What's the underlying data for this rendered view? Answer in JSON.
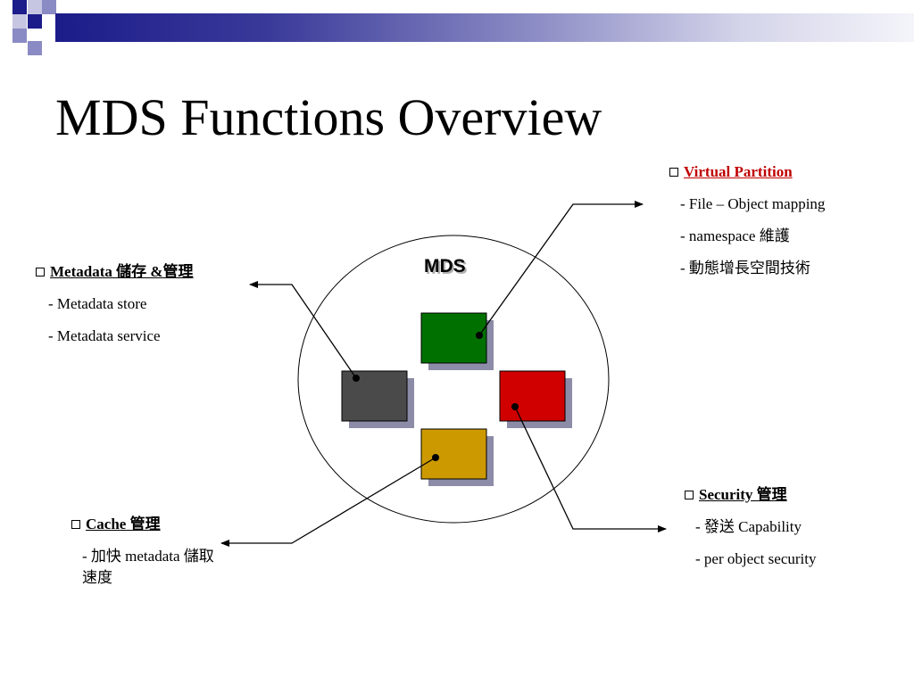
{
  "slide": {
    "title": "MDS Functions Overview"
  },
  "diagram": {
    "center_label": "MDS",
    "colors": {
      "green_box": "#007000",
      "gray_box": "#4a4a4a",
      "red_box": "#d00000",
      "gold_box": "#cc9900",
      "shadow": "#8c8ca8",
      "header_bar": "#1c1c8a"
    }
  },
  "annotations": {
    "virtual_partition": {
      "heading": "Virtual Partition",
      "items": [
        "- File – Object mapping",
        "- namespace 維護",
        "- 動態增長空間技術"
      ]
    },
    "metadata": {
      "heading": "Metadata 儲存 &管理",
      "items": [
        "- Metadata store",
        "- Metadata service"
      ]
    },
    "cache": {
      "heading": "Cache 管理",
      "items": [
        "- 加快 metadata 儲取速度"
      ]
    },
    "security": {
      "heading": "Security 管理",
      "items": [
        "- 發送 Capability",
        "- per object security"
      ]
    }
  }
}
